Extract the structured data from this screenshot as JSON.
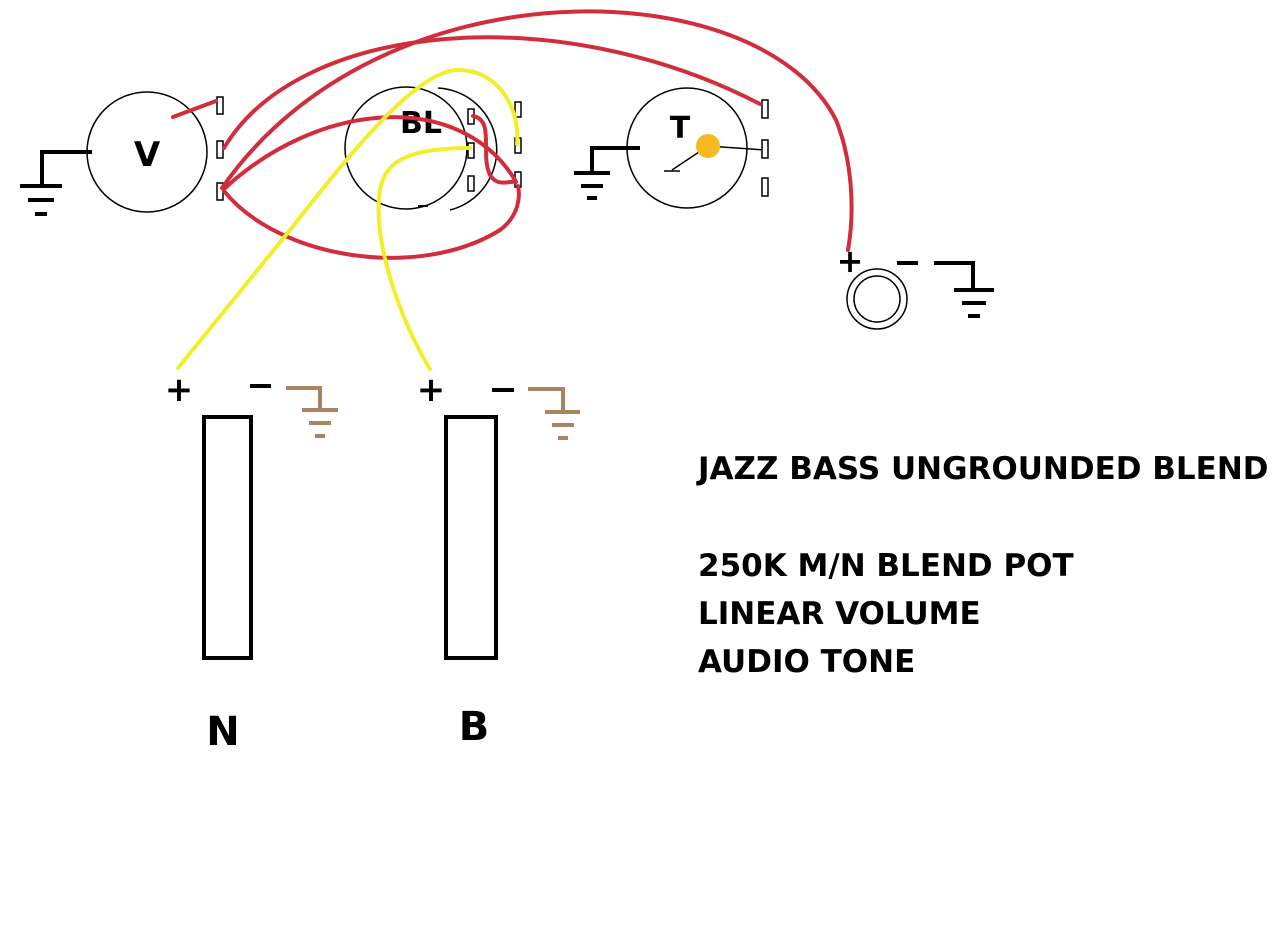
{
  "controls": {
    "volume_label": "V",
    "blend_label": "BL",
    "tone_label": "T"
  },
  "pickups": {
    "neck_label": "N",
    "bridge_label": "B",
    "plus": "+",
    "minus": "−"
  },
  "jack": {
    "plus": "+",
    "minus": "−"
  },
  "notes": {
    "title": "JAZZ BASS UNGROUNDED BLEND",
    "line1": "250K M/N BLEND POT",
    "line2": "LINEAR VOLUME",
    "line3": "AUDIO TONE"
  },
  "colors": {
    "hot_wire": "#d22d3c",
    "pickup_wire": "#f2ee2a",
    "pickup_ground": "#a98463",
    "tone_cap": "#f7b920",
    "outline": "#000000"
  }
}
